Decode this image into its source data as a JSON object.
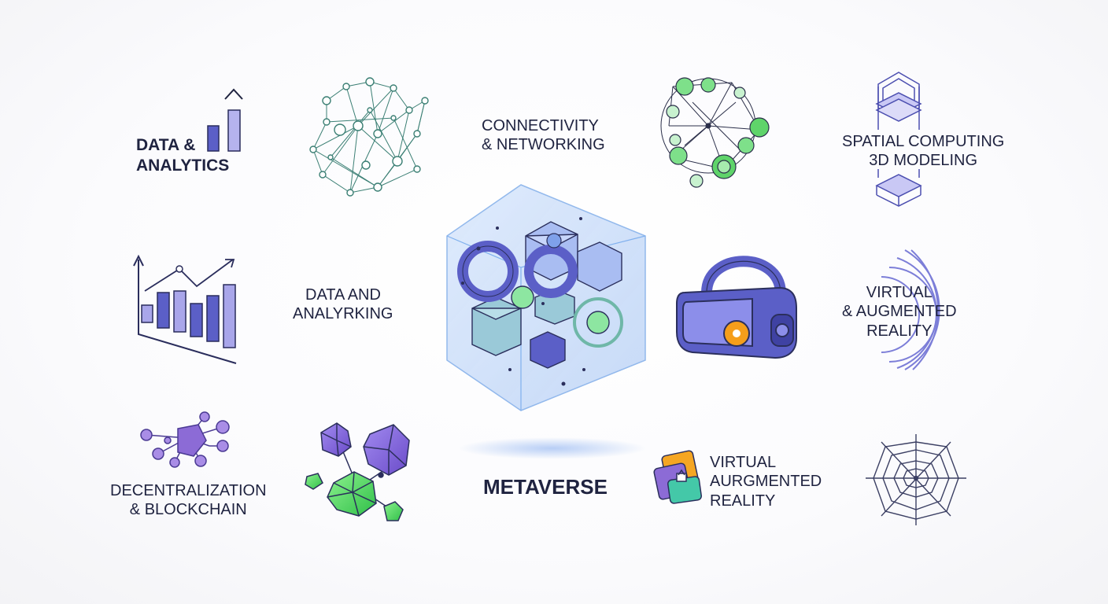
{
  "labels": {
    "data_analytics": [
      "DATA &",
      "ANALYTICS"
    ],
    "connectivity": [
      "CONNECTIVITY",
      "& NETWORKING"
    ],
    "spatial": [
      "SPATIAL COMPUTING",
      "3D MODELING"
    ],
    "data_analyrking": [
      "DATA AND",
      "ANALYRKING"
    ],
    "virtual_augmented": [
      "VIRTUAL",
      "& AUGMENTED",
      "REALITY"
    ],
    "decentralization": [
      "DECENTRALIZATION",
      "& BLOCKCHAIN"
    ],
    "metaverse": "METAVERSE",
    "virtual_aurgmented": [
      "VIRTUAL",
      "AURGMENTED",
      "REALITY"
    ]
  },
  "icons": {
    "bar_chart_small": "bar-chart-icon",
    "network_cluster": "network-graph-icon",
    "network_bubble": "network-bubble-icon",
    "stacked_layers": "stacked-layers-icon",
    "trend_chart": "trend-chart-icon",
    "metaverse_cube": "metaverse-cube-icon",
    "vr_headset": "vr-headset-icon",
    "signal_arcs": "signal-arcs-icon",
    "blockchain_nodes": "blockchain-nodes-icon",
    "crystals": "crystal-gems-icon",
    "layered_tiles": "layered-tiles-icon",
    "spider_web": "spider-web-icon"
  },
  "colors": {
    "ink": "#1f2340",
    "indigo": "#5b5fc7",
    "lavender": "#a9a6ea",
    "purple": "#8c6bd6",
    "green": "#5fd46a",
    "teal": "#6fb7a8",
    "blue_glass": "#9ec1f2",
    "orange": "#f59e1b"
  }
}
